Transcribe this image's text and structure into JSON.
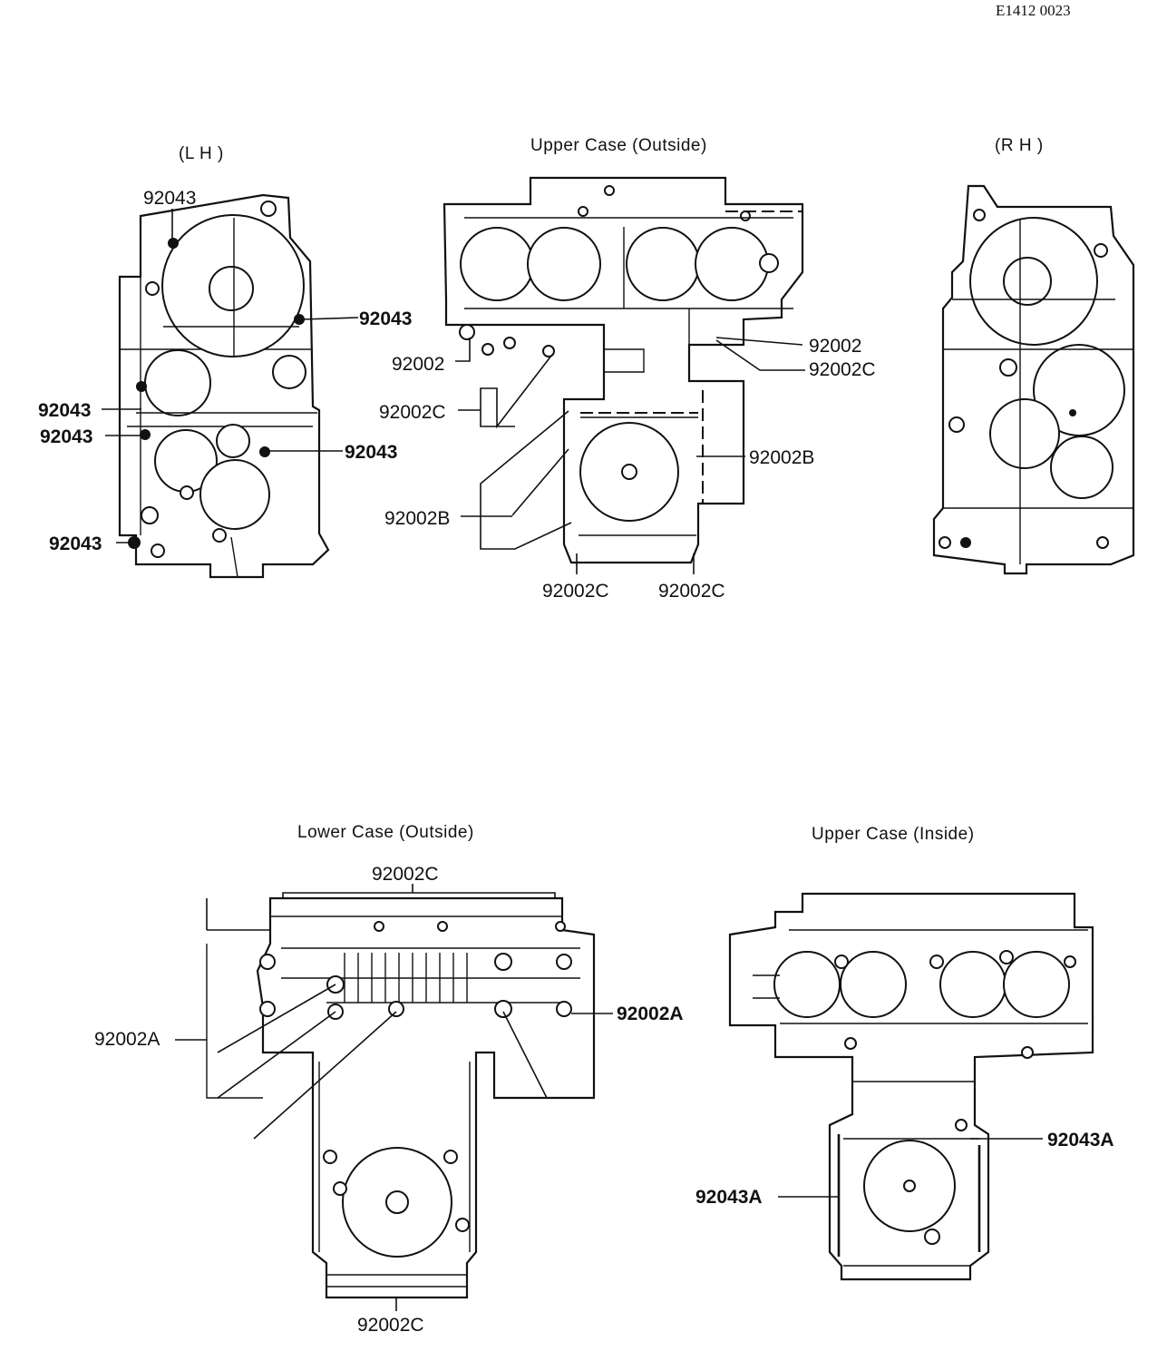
{
  "ref_code": "E1412 0023",
  "views": {
    "lh": {
      "caption": "(L  H )",
      "labels": [
        "92043",
        "92043",
        "92043",
        "92043",
        "92043",
        "92043"
      ]
    },
    "upper_outside": {
      "caption": "Upper Case (Outside)",
      "labels": [
        "92002",
        "92002C",
        "92002B",
        "92002C",
        "92002C",
        "92002",
        "92002C",
        "92002B"
      ]
    },
    "rh": {
      "caption": "(R  H )"
    },
    "lower_outside": {
      "caption": "Lower Case (Outside)",
      "labels": [
        "92002C",
        "92002A",
        "92002A",
        "92002C"
      ]
    },
    "upper_inside": {
      "caption": "Upper Case (Inside)",
      "labels": [
        "92043A",
        "92043A"
      ]
    }
  }
}
